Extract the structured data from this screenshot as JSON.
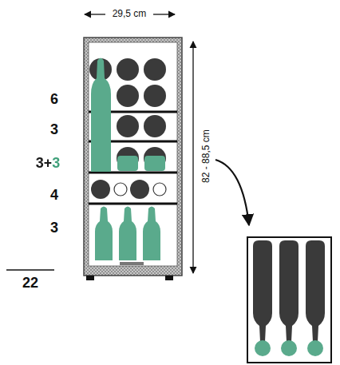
{
  "diagram": {
    "labels": [
      "29,5 cm",
      "6",
      "3",
      "3+3",
      "4",
      "3",
      "82 - 88,5 cm",
      "22"
    ]
  }
}
